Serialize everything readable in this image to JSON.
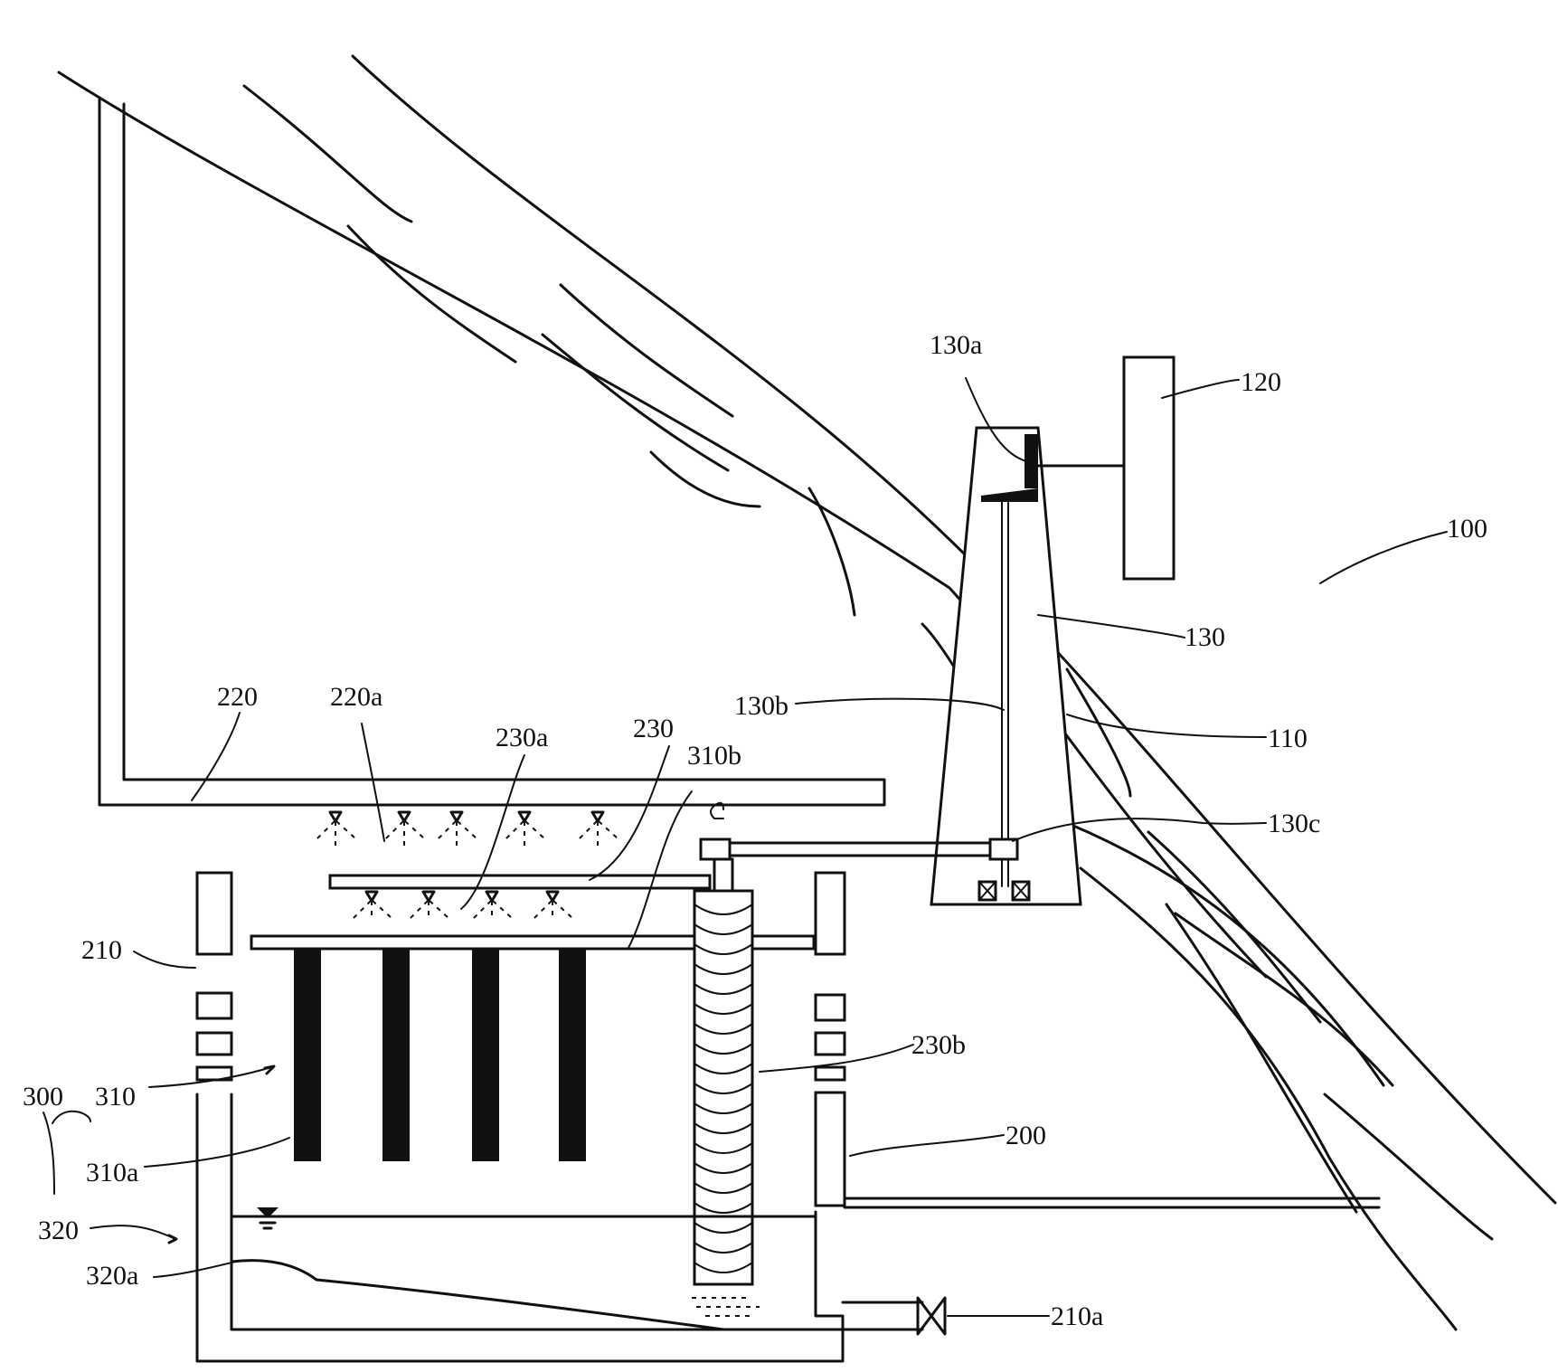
{
  "labels": {
    "l100": "100",
    "l110": "110",
    "l120": "120",
    "l130": "130",
    "l130a": "130a",
    "l130b": "130b",
    "l130c": "130c",
    "l200": "200",
    "l210": "210",
    "l210a": "210a",
    "l220": "220",
    "l220a": "220a",
    "l230": "230",
    "l230a": "230a",
    "l230b": "230b",
    "l300": "300",
    "l310": "310",
    "l310a": "310a",
    "l310b": "310b",
    "l320": "320",
    "l320a": "320a"
  }
}
